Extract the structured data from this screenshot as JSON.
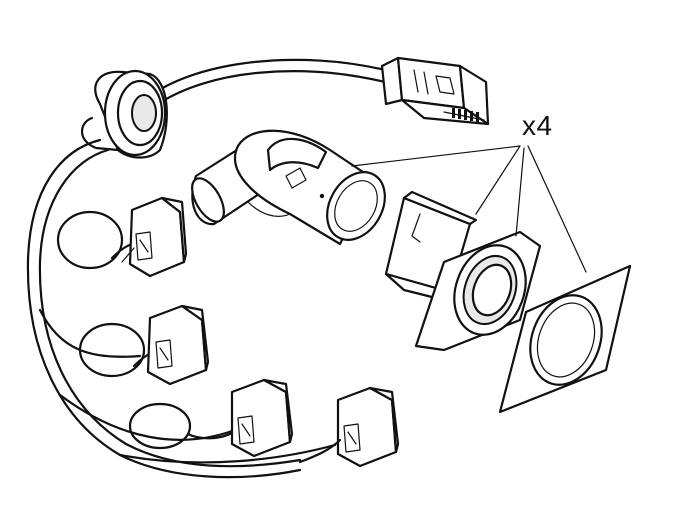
{
  "diagram": {
    "quantity_label": "x4",
    "colors": {
      "line": "#111111",
      "fill": "#ffffff",
      "shade": "#e9e9e9"
    },
    "parts": [
      {
        "name": "wiring-harness"
      },
      {
        "name": "rubber-grommet"
      },
      {
        "name": "main-connector"
      },
      {
        "name": "parking-sensor"
      },
      {
        "name": "sensor-holder"
      },
      {
        "name": "sensor-gasket"
      },
      {
        "name": "sensor-connector",
        "count": 4
      }
    ]
  }
}
